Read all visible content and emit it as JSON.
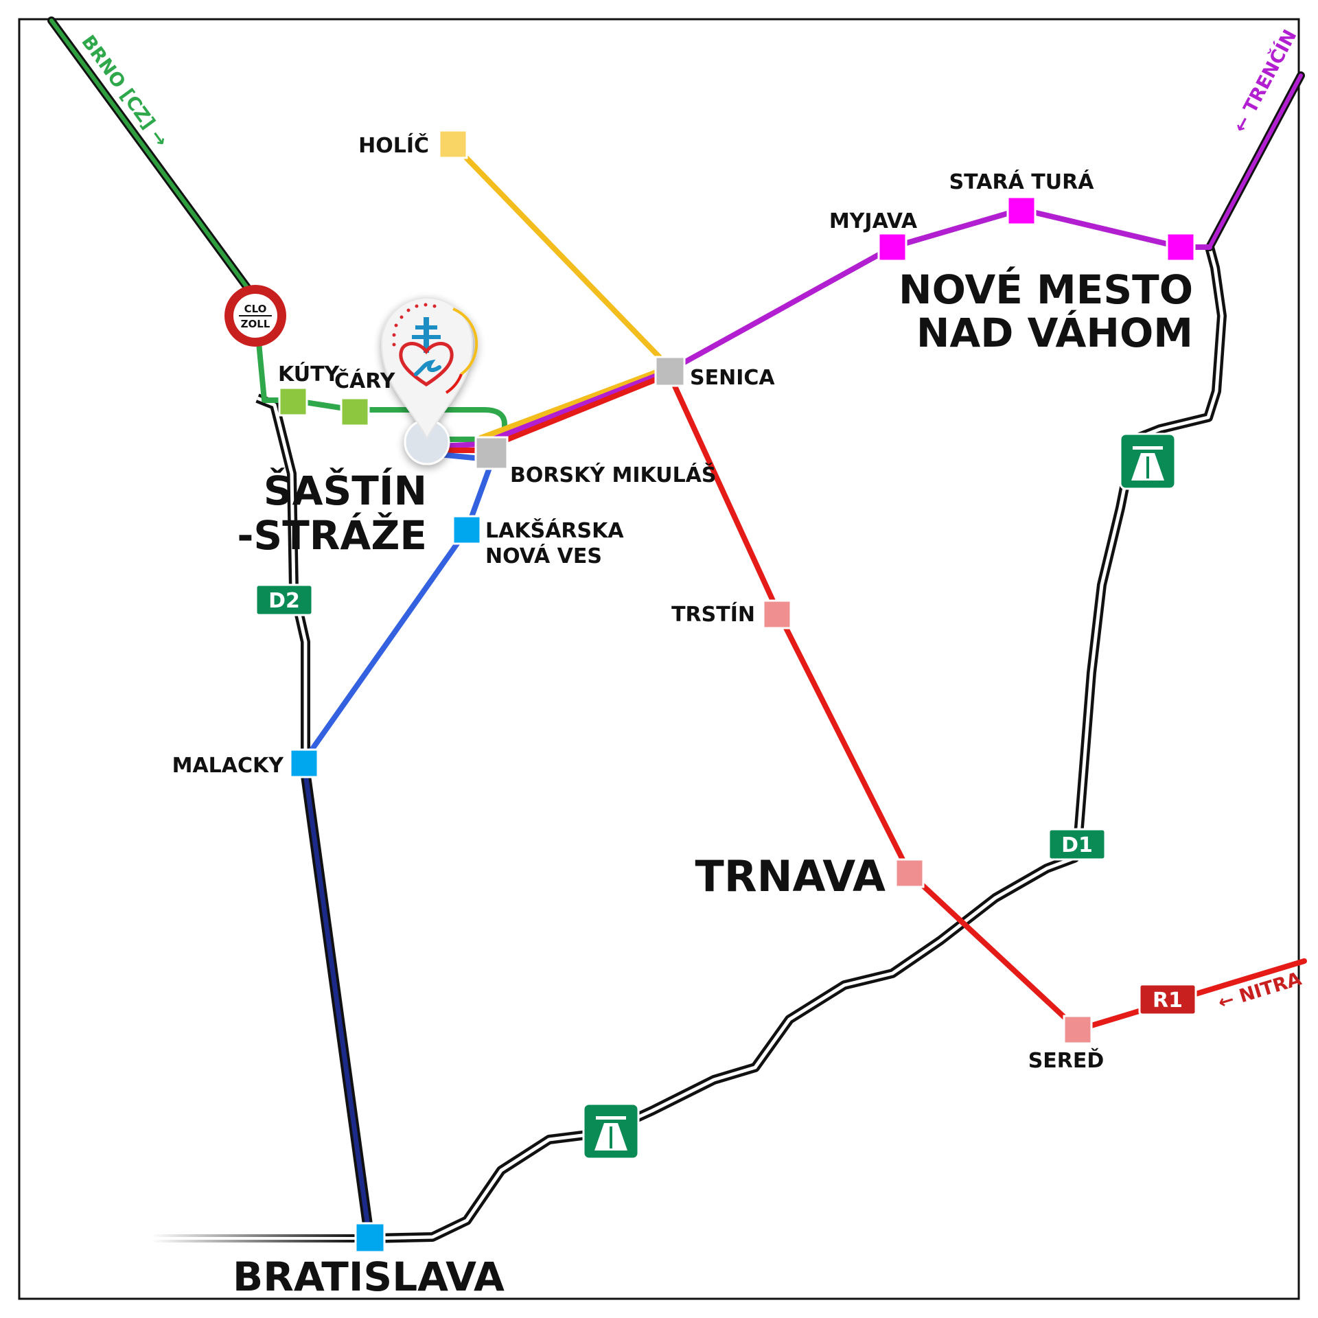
{
  "colors": {
    "green": "#2ea84a",
    "yellow": "#f3bd1e",
    "magenta": "#b21fd0",
    "red": "#e41b17",
    "blue": "#3461e0",
    "navy": "#141f78",
    "motorway_sign": "#0a8a55",
    "r1_sign": "#c8201f",
    "station_green": "#8dc63f",
    "station_yellow": "#f8d564",
    "station_magenta": "#ff00ff",
    "station_cyan": "#00a7ef",
    "station_pink": "#f08f8f",
    "station_grey": "#bdbdbd"
  },
  "directions": {
    "brno": "BRNO [CZ] →",
    "trencin": "← TRENČÍN",
    "nitra": "← NITRA"
  },
  "stations": {
    "holic": "HOLÍČ",
    "myjava": "MYJAVA",
    "stara_tura": "STARÁ TURÁ",
    "nove_mesto_1": "NOVÉ MESTO",
    "nove_mesto_2": "NAD VÁHOM",
    "kuty": "KÚTY",
    "cary": "ČÁRY",
    "senica": "SENICA",
    "sastin_1": "ŠAŠTÍN",
    "sastin_2": "-STRÁŽE",
    "borsky": "BORSKÝ MIKULÁŠ",
    "laksarska_1": "LAKŠÁRSKA",
    "laksarska_2": "NOVÁ VES",
    "trstin": "TRSTÍN",
    "malacky": "MALACKY",
    "trnava": "TRNAVA",
    "sered": "SEREĎ",
    "bratislava": "BRATISLAVA"
  },
  "road_signs": {
    "d2": "D2",
    "d1": "D1",
    "r1": "R1"
  },
  "customs": {
    "line1": "CLO",
    "line2": "ZOLL"
  },
  "icons": [
    "customs-sign-icon",
    "motorway-icon",
    "location-pin-icon"
  ]
}
